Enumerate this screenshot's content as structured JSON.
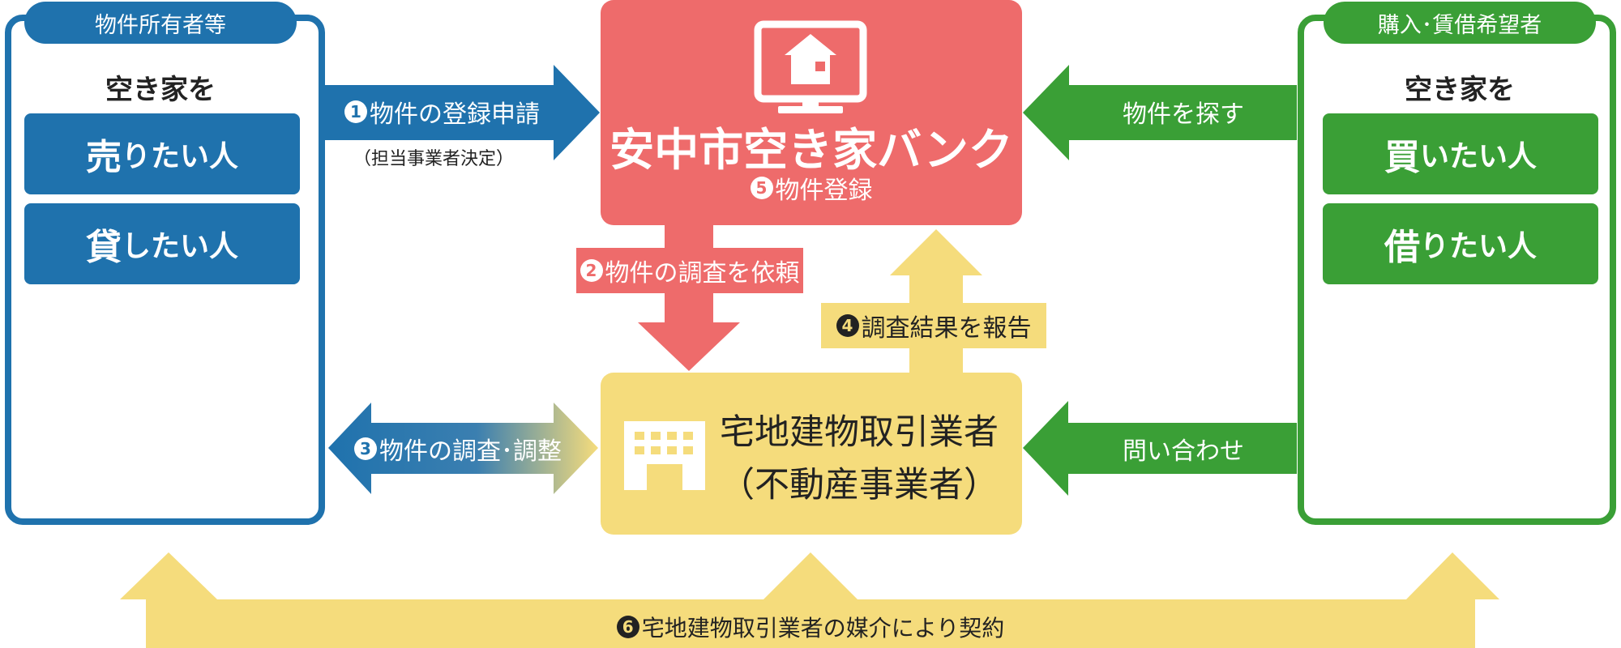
{
  "owner": {
    "tab": "物件所有者等",
    "heading": "空き家を",
    "sell": {
      "big": "売",
      "rest": "りたい人"
    },
    "lend": {
      "big": "貸",
      "rest": "したい人"
    }
  },
  "buyer": {
    "tab": "購入･賃借希望者",
    "heading": "空き家を",
    "buy": {
      "big": "買",
      "rest": "いたい人"
    },
    "rent": {
      "big": "借",
      "rest": "りたい人"
    }
  },
  "bank": {
    "title": "安中市空き家バンク",
    "step5_num": "5",
    "step5": "物件登録"
  },
  "agent": {
    "line1": "宅地建物取引業者",
    "line2": "（不動産事業者）"
  },
  "flows": {
    "step1_num": "1",
    "step1": "物件の登録申請",
    "step1_note": "（担当事業者決定）",
    "step2_num": "2",
    "step2": "物件の調査を依頼",
    "step3_num": "3",
    "step3": "物件の調査･調整",
    "step4_num": "4",
    "step4": "調査結果を報告",
    "search": "物件を探す",
    "inquiry": "問い合わせ",
    "step6_num": "6",
    "step6": "宅地建物取引業者の媒介により契約"
  },
  "colors": {
    "owner_blue": "#1f72ad",
    "buyer_green": "#3a9f36",
    "bank_red": "#ee6b6b",
    "agent_yellow": "#f5dc7c"
  },
  "icons": [
    "house-monitor-icon",
    "office-building-icon",
    "house-icon",
    "businessman-icon",
    "family-icon"
  ]
}
